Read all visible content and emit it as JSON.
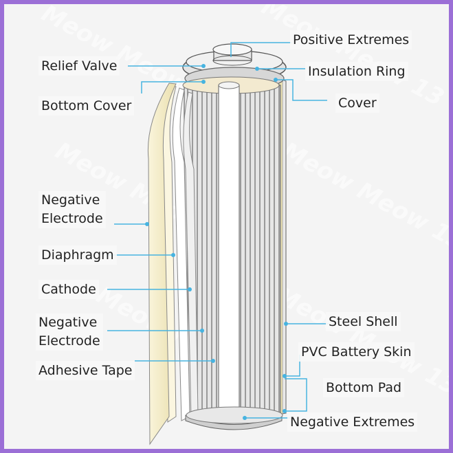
{
  "watermark": "Meow Meow 13",
  "colors": {
    "border": "#9b6fd6",
    "leader": "#46b3e0",
    "skin": "#f3ecc6",
    "shell": "#d9d9d9"
  },
  "labels": {
    "relief_valve": "Relief Valve",
    "bottom_cover": "Bottom Cover",
    "negative_electrode_1_line1": "Negative",
    "negative_electrode_1_line2": "Electrode",
    "diaphragm": "Diaphragm",
    "cathode": "Cathode",
    "negative_electrode_2_line1": "Negative",
    "negative_electrode_2_line2": "Electrode",
    "adhesive_tape": "Adhesive Tape",
    "positive_extremes": "Positive Extremes",
    "insulation_ring": "Insulation Ring",
    "cover": "Cover",
    "steel_shell": "Steel Shell",
    "pvc_battery_skin": "PVC Battery Skin",
    "bottom_pad": "Bottom Pad",
    "negative_extremes": "Negative Extremes"
  }
}
